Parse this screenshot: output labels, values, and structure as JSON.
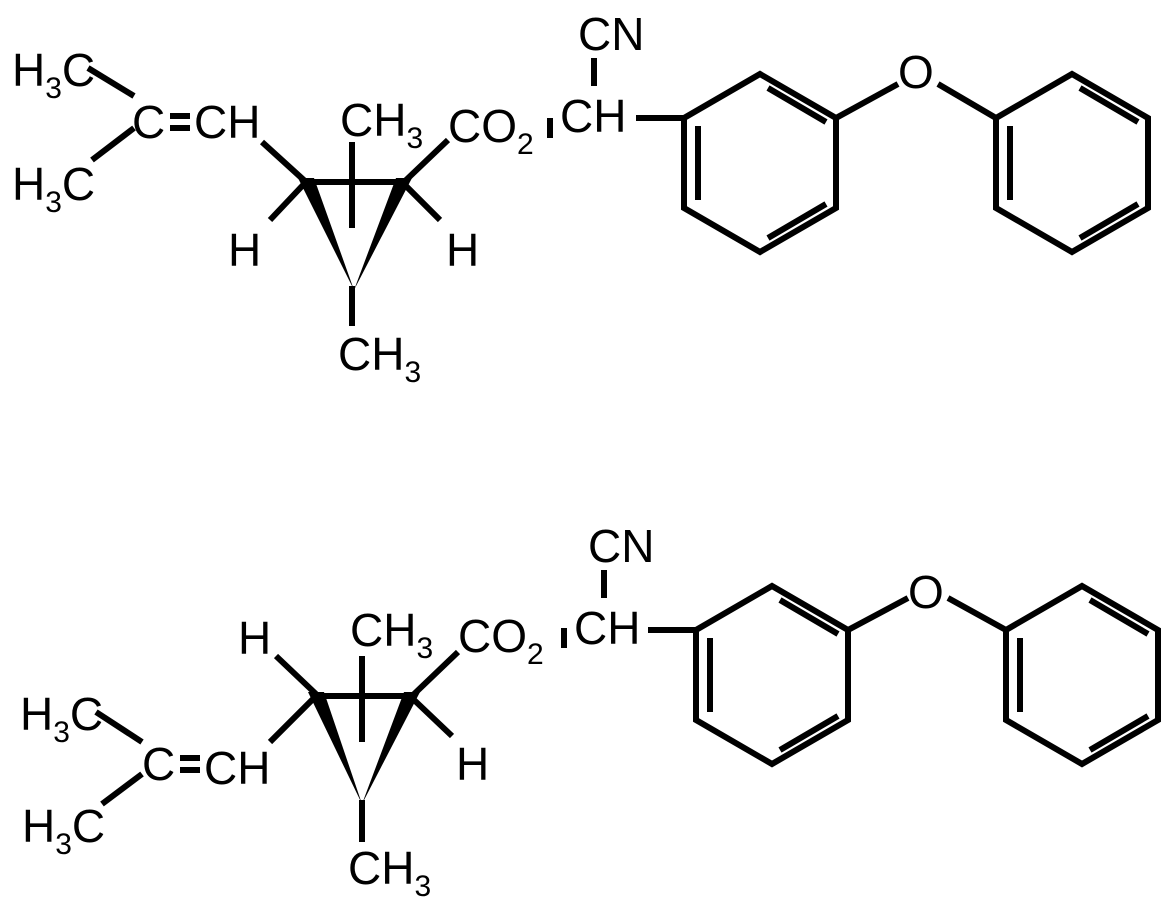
{
  "structures": [
    {
      "id": "top",
      "labels": {
        "methyl_upper": {
          "main": "H",
          "sub": "3",
          "tail": "C"
        },
        "methyl_lower": {
          "main": "H",
          "sub": "3",
          "tail": "C"
        },
        "vinyl": "C",
        "vinyl_ch": "CH",
        "ring_methyl_upper": {
          "main": "CH",
          "sub": "3"
        },
        "ring_methyl_lower": {
          "main": "CH",
          "sub": "3"
        },
        "h_left": "H",
        "h_right": "H",
        "ester": {
          "main": "CO",
          "sub": "2"
        },
        "alpha_ch": "CH",
        "nitrile": "CN",
        "ether_o": "O"
      }
    },
    {
      "id": "bottom",
      "labels": {
        "methyl_upper": {
          "main": "H",
          "sub": "3",
          "tail": "C"
        },
        "methyl_lower": {
          "main": "H",
          "sub": "3",
          "tail": "C"
        },
        "vinyl": "C",
        "vinyl_ch": "CH",
        "ring_methyl_upper": {
          "main": "CH",
          "sub": "3"
        },
        "ring_methyl_lower": {
          "main": "CH",
          "sub": "3"
        },
        "h_left": "H",
        "h_right": "H",
        "ester": {
          "main": "CO",
          "sub": "2"
        },
        "alpha_ch": "CH",
        "nitrile": "CN",
        "ether_o": "O"
      }
    }
  ]
}
